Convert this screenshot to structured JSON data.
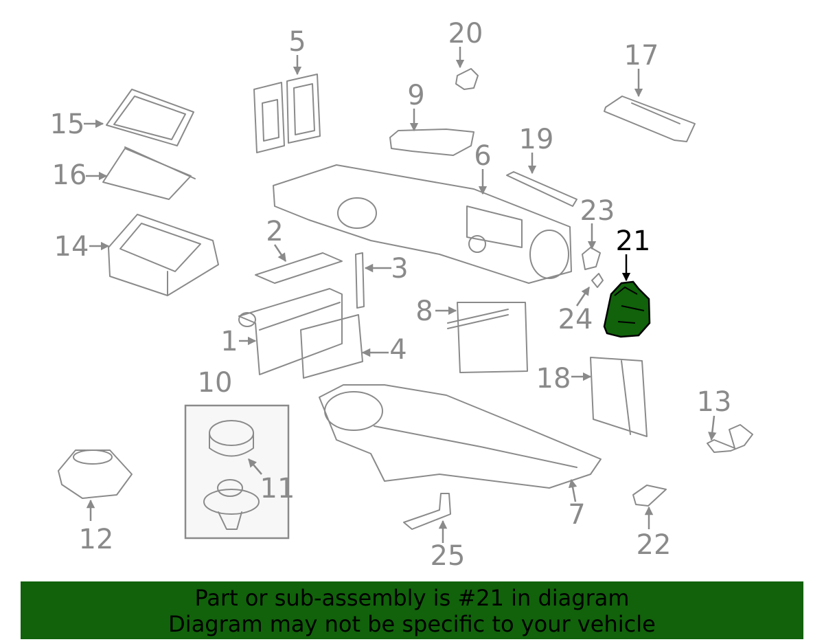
{
  "diagram": {
    "highlighted_part": "21",
    "colors": {
      "line": "#8a8a8a",
      "highlight_fill": "#11620b",
      "banner_bg": "#11620b"
    },
    "callouts": {
      "c1": "1",
      "c2": "2",
      "c3": "3",
      "c4": "4",
      "c5": "5",
      "c6": "6",
      "c7": "7",
      "c8": "8",
      "c9": "9",
      "c10": "10",
      "c11": "11",
      "c12": "12",
      "c13": "13",
      "c14": "14",
      "c15": "15",
      "c16": "16",
      "c17": "17",
      "c18": "18",
      "c19": "19",
      "c20": "20",
      "c21": "21",
      "c22": "22",
      "c23": "23",
      "c24": "24",
      "c25": "25"
    }
  },
  "banner": {
    "line1": "Part or sub-assembly is #21 in diagram",
    "line2": "Diagram may not be specific to your vehicle"
  }
}
